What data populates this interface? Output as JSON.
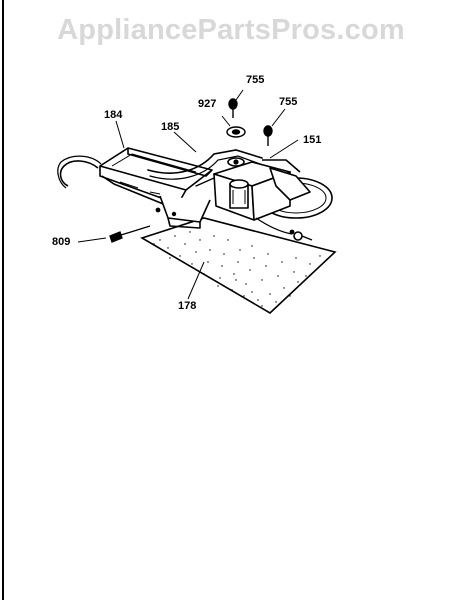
{
  "watermark": "AppliancePartsPros.com",
  "diagram": {
    "part_labels": {
      "p755a": "755",
      "p927": "927",
      "p755b": "755",
      "p184": "184",
      "p185": "185",
      "p151": "151",
      "p809": "809",
      "p178": "178"
    }
  },
  "colors": {
    "line": "#000000",
    "watermark": "#d8d8d8",
    "background": "#ffffff"
  }
}
